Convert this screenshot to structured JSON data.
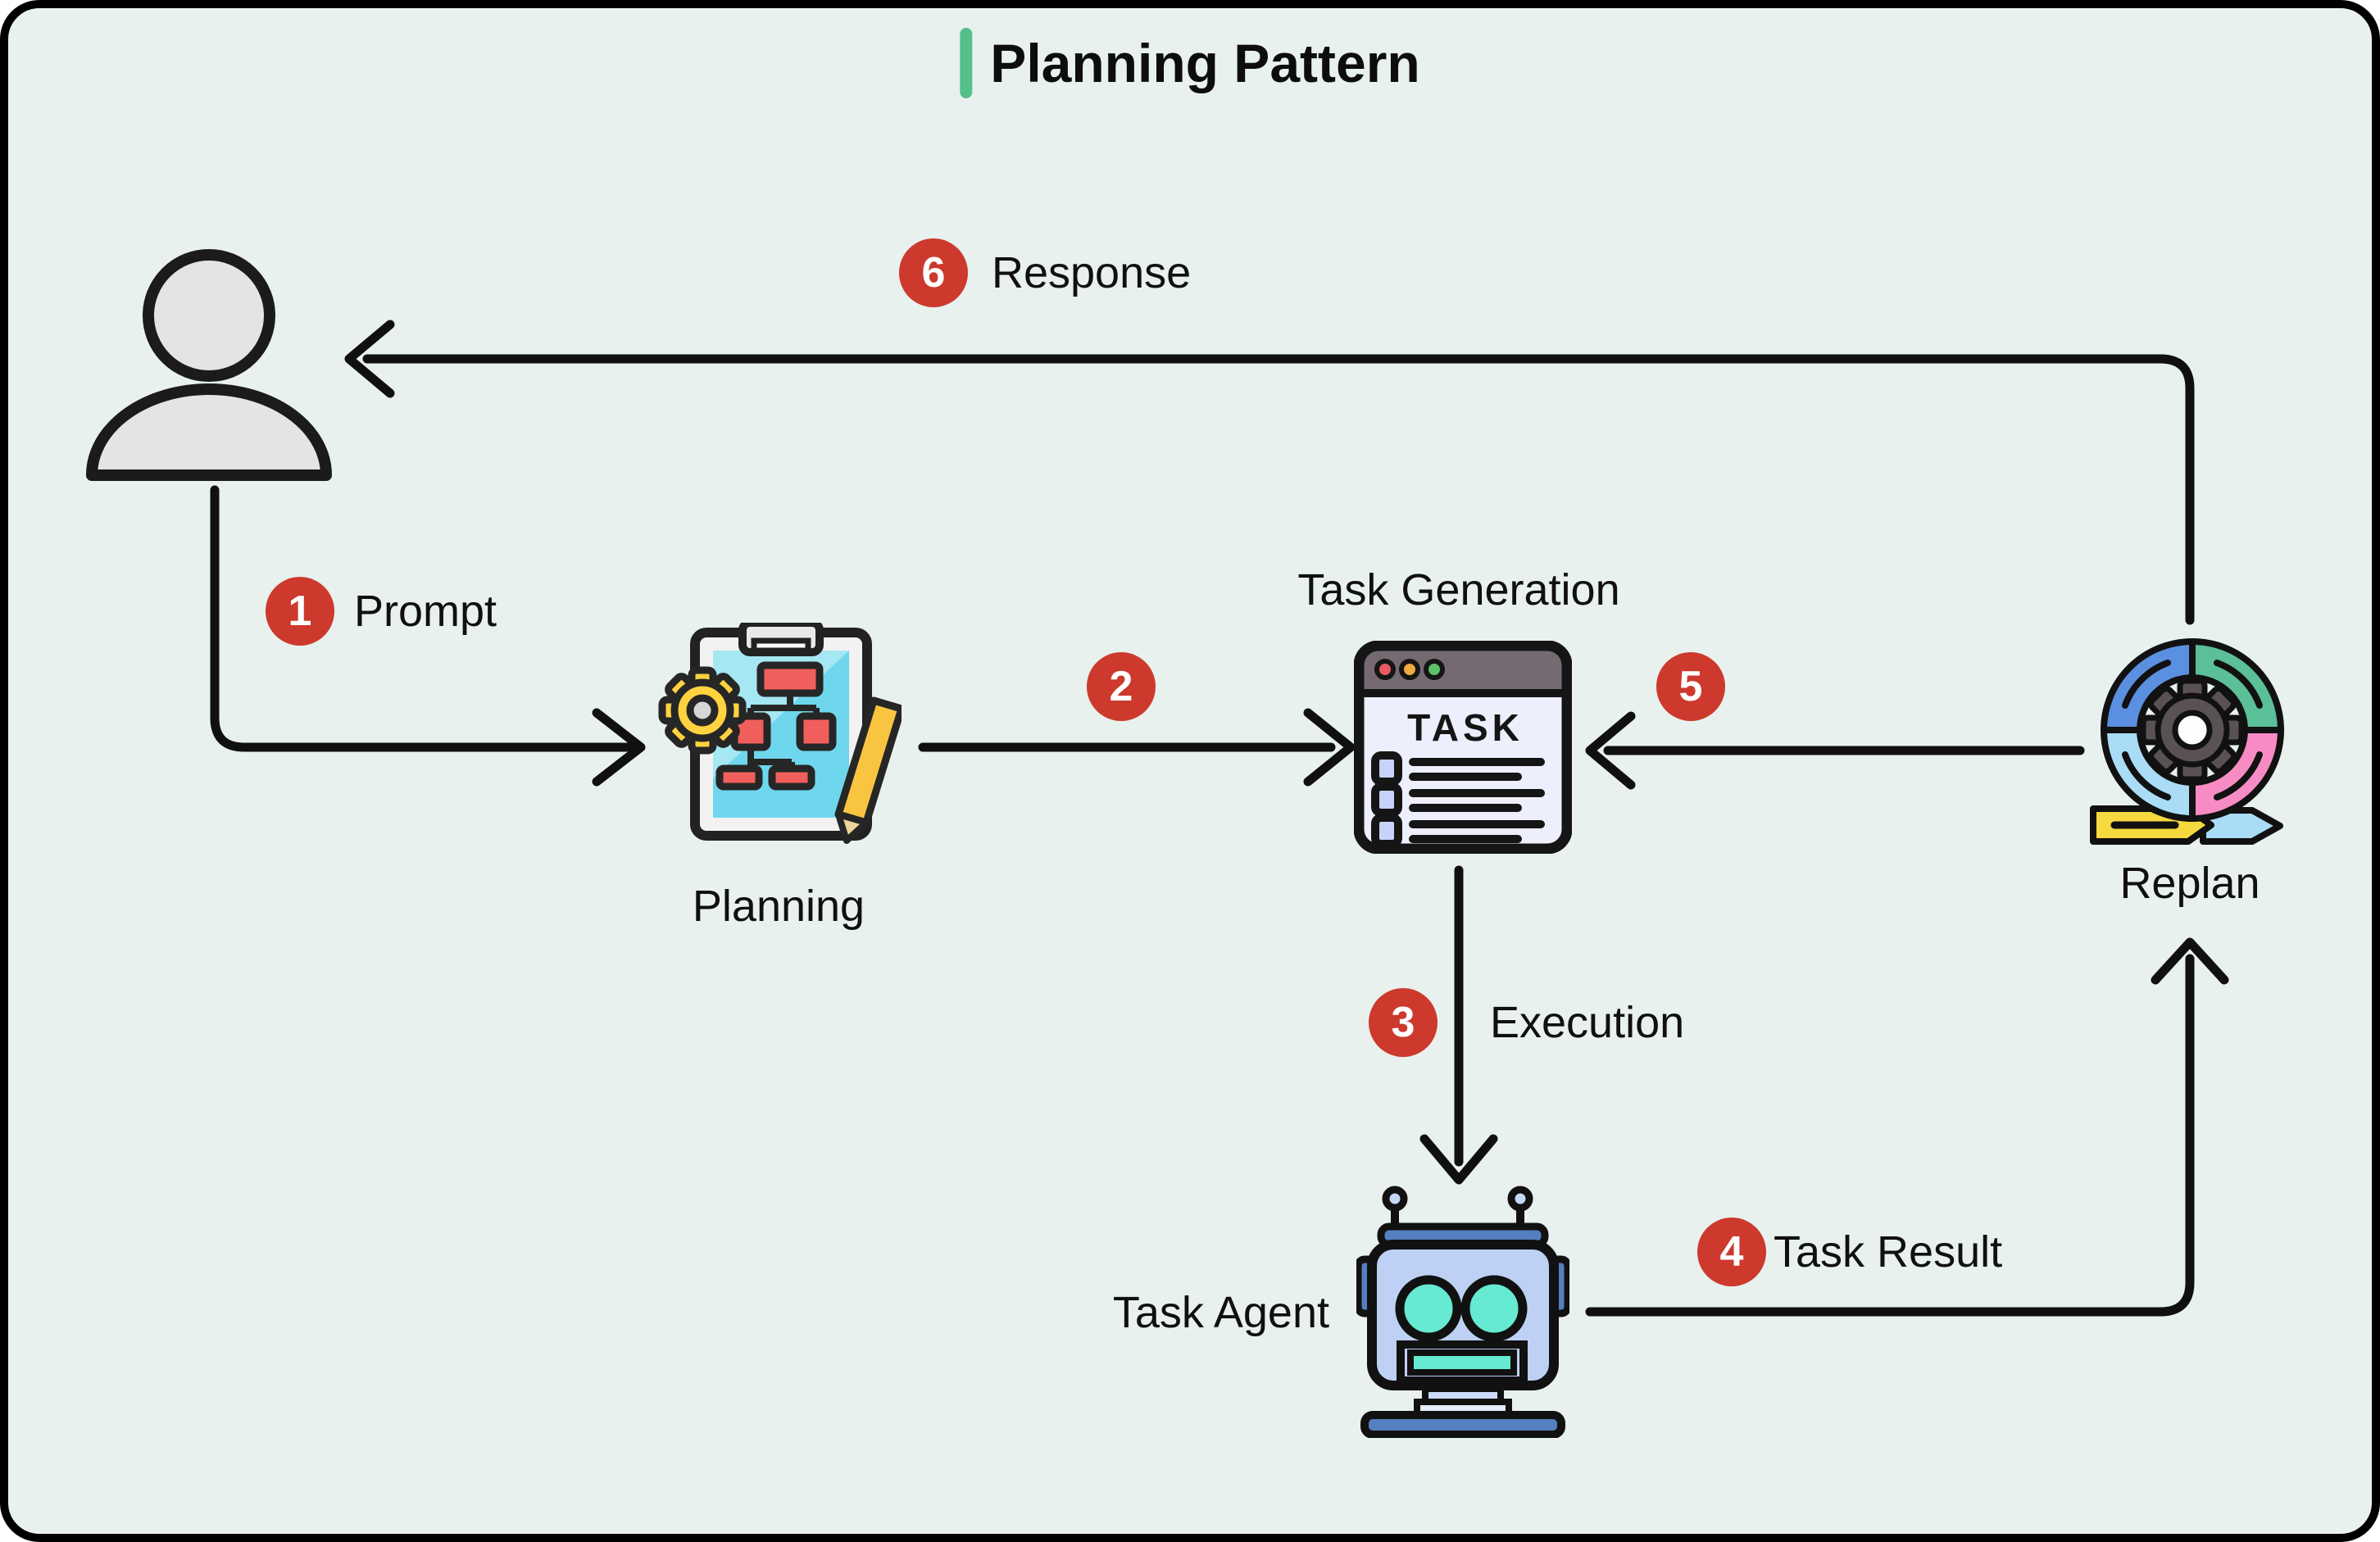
{
  "title": {
    "text": "Planning Pattern",
    "accent_color": "#55bf8b"
  },
  "colors": {
    "background": "#e8f1ed",
    "frame_border": "#000000",
    "badge": "#cd392d",
    "arrow": "#101010"
  },
  "nodes": {
    "user": {
      "name": "User"
    },
    "planning": {
      "label": "Planning"
    },
    "task_generation": {
      "label": "Task Generation",
      "window_text": "TASK"
    },
    "task_agent": {
      "label": "Task Agent"
    },
    "replan": {
      "label": "Replan"
    }
  },
  "steps": [
    {
      "number": "1",
      "label": "Prompt"
    },
    {
      "number": "2",
      "label": ""
    },
    {
      "number": "3",
      "label": "Execution"
    },
    {
      "number": "4",
      "label": "Task Result"
    },
    {
      "number": "5",
      "label": ""
    },
    {
      "number": "6",
      "label": "Response"
    }
  ]
}
